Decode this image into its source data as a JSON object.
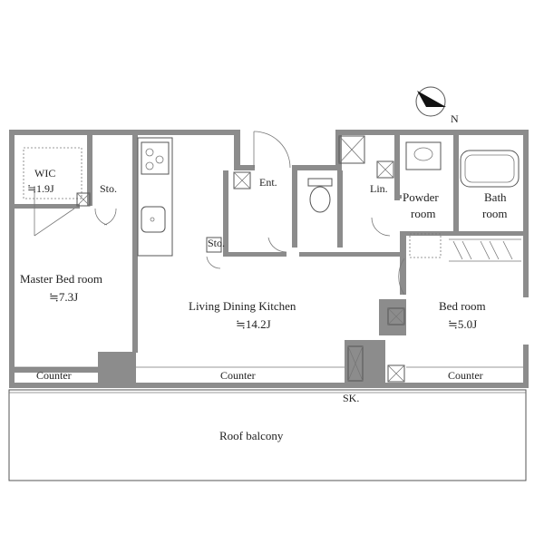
{
  "rooms": {
    "wic": {
      "name": "WIC",
      "size": "≒1.9J"
    },
    "sto1": {
      "name": "Sto."
    },
    "master": {
      "name": "Master Bed room",
      "size": "≒7.3J"
    },
    "ldk": {
      "name": "Living Dining Kitchen",
      "size": "≒14.2J"
    },
    "ent": {
      "name": "Ent."
    },
    "sto2": {
      "name": "Sto."
    },
    "lin": {
      "name": "Lin."
    },
    "powder": {
      "name_line1": "Powder",
      "name_line2": "room"
    },
    "bath": {
      "name_line1": "Bath",
      "name_line2": "room"
    },
    "bed": {
      "name": "Bed room",
      "size": "≒5.0J"
    },
    "balcony": {
      "name": "Roof balcony"
    },
    "sk": {
      "name": "SK."
    }
  },
  "counters": [
    {
      "label": "Counter"
    },
    {
      "label": "Counter"
    },
    {
      "label": "Counter"
    }
  ],
  "compass": {
    "label": "N"
  }
}
